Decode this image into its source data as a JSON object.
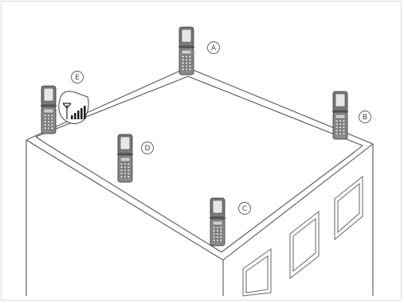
{
  "illustration": {
    "phones": [
      {
        "label": "A"
      },
      {
        "label": "B"
      },
      {
        "label": "C"
      },
      {
        "label": "D"
      },
      {
        "label": "E"
      }
    ],
    "signal_phone_label": "E",
    "colors": {
      "line": "#555555",
      "phone_body": "#7a7a7a",
      "phone_screen": "#e6e6e6",
      "background": "#ffffff"
    }
  }
}
